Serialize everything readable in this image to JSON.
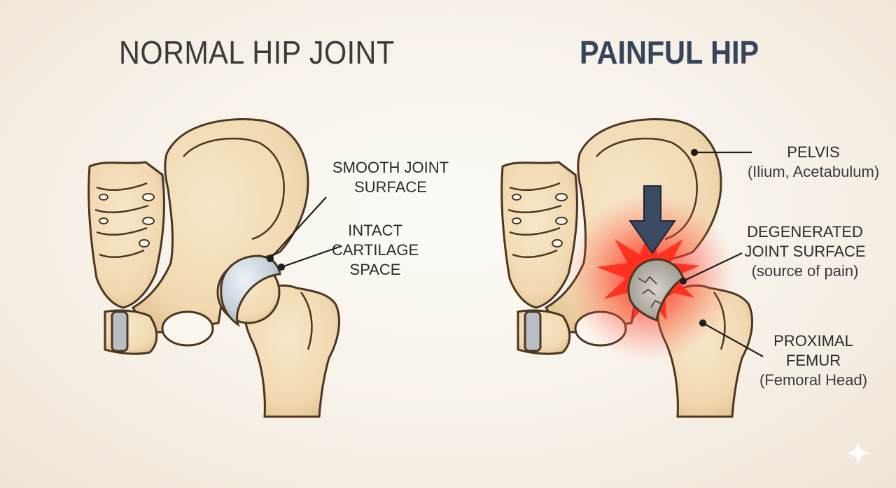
{
  "normal": {
    "title": "NORMAL HIP JOINT",
    "labels": {
      "smooth_surface": [
        "SMOOTH JOINT",
        "SURFACE"
      ],
      "cartilage_space": [
        "INTACT",
        "CARTILAGE",
        "SPACE"
      ]
    }
  },
  "painful": {
    "title": "PAINFUL HIP",
    "labels": {
      "pelvis": [
        "PELVIS",
        "(Ilium, Acetabulum)"
      ],
      "degenerated": [
        "DEGENERATED",
        "JOINT SURFACE",
        "(source of pain)"
      ],
      "femur": [
        "PROXIMAL",
        "FEMUR",
        "(Femoral Head)"
      ]
    }
  },
  "colors": {
    "bone": "#f1d9b1",
    "bone_outline": "#4a3621",
    "cartilage": "#c4cfd9",
    "disc": "#b9bec4",
    "pain_red": "#ff2a1a",
    "arrow": "#3a4a60",
    "background": "#f6f0e6"
  },
  "icons": [
    "down-arrow-icon",
    "pain-burst-icon",
    "sparkle-icon"
  ]
}
